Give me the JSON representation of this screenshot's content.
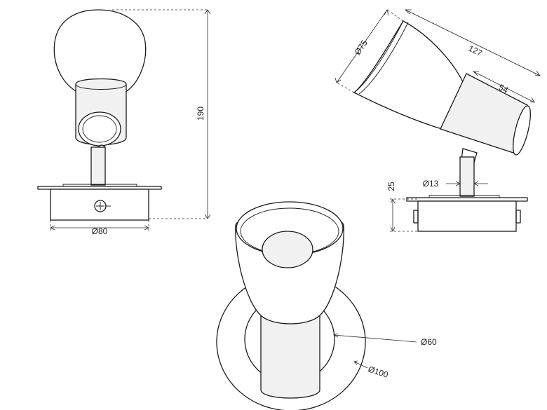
{
  "dimensions": {
    "height_total": "190",
    "base_diameter": "Ø80",
    "shade_diameter": "Ø75",
    "overall_length": "127",
    "body_length": "54",
    "stem_diameter": "Ø13",
    "base_height": "25",
    "rosette_inner": "Ø60",
    "rosette_outer": "Ø100"
  },
  "colors": {
    "line": "#1a1a1a",
    "fill_light": "#f1f1f1",
    "background": "#ffffff"
  }
}
